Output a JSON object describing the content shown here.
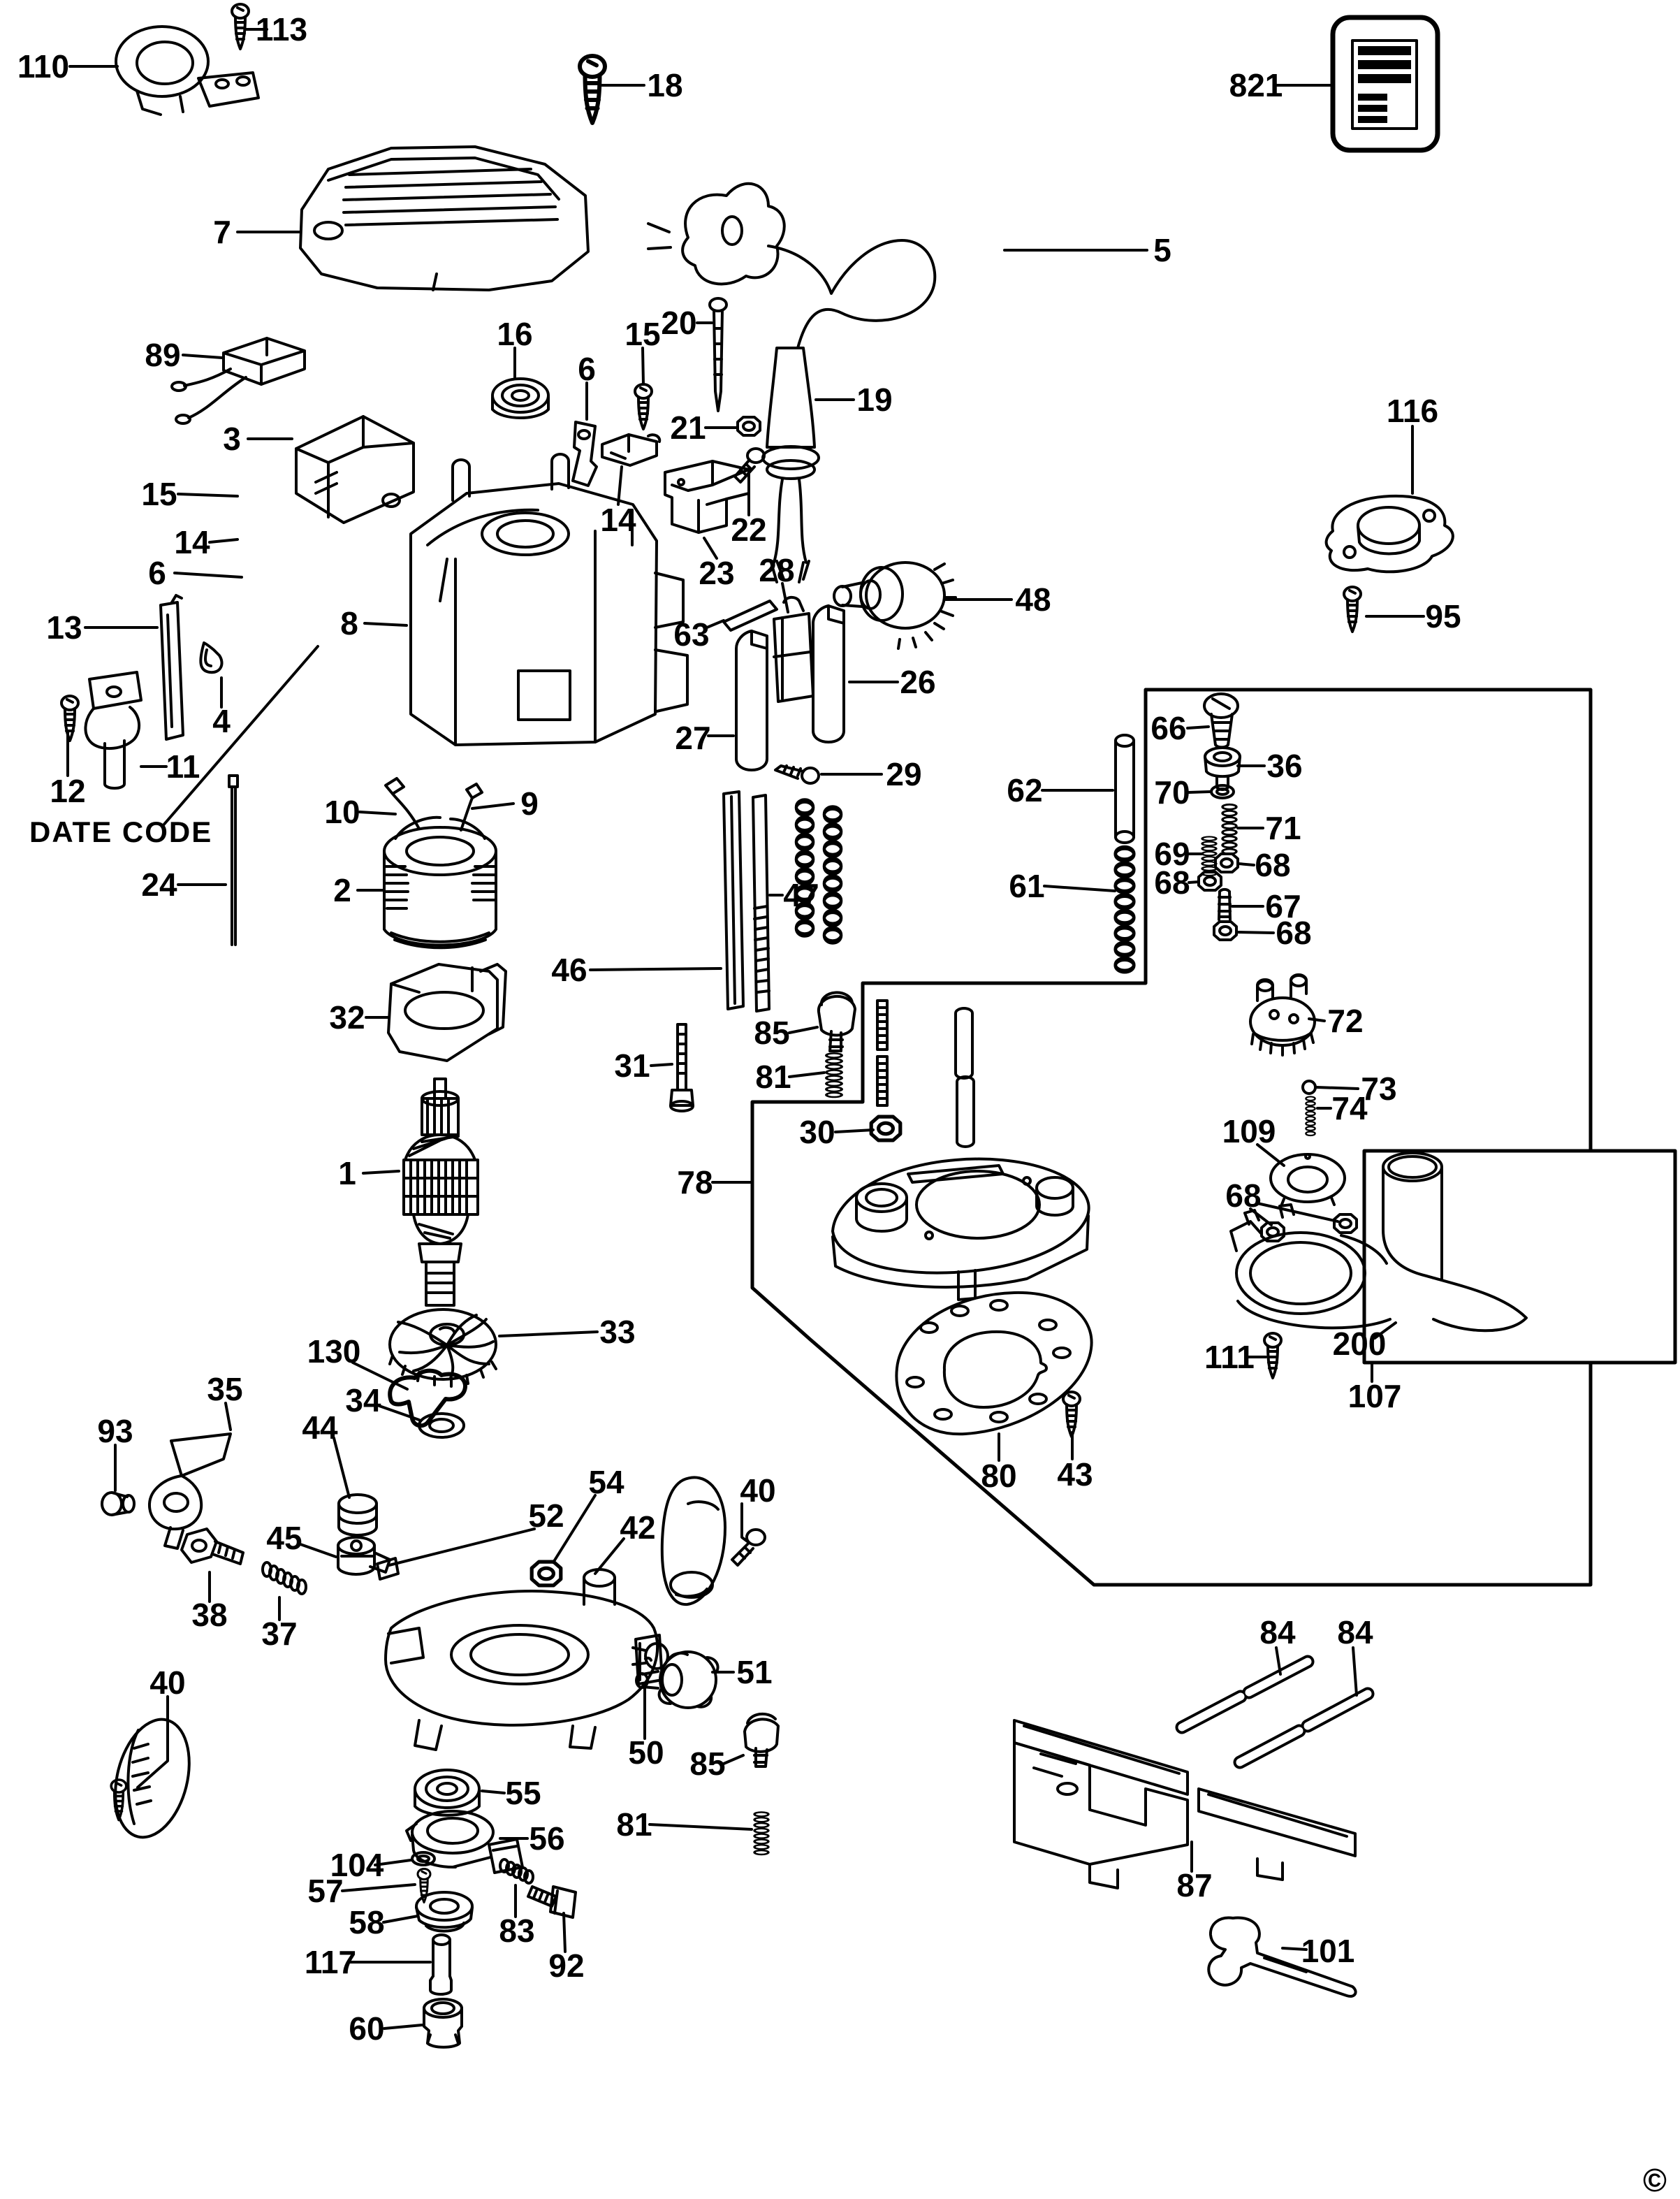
{
  "page": {
    "date_code": "DATE CODE",
    "copyright": "©"
  },
  "diagram": {
    "type": "exploded-parts-diagram",
    "labels": [
      {
        "text": "110"
      },
      {
        "text": "113"
      },
      {
        "text": "18"
      },
      {
        "text": "7"
      },
      {
        "text": "5"
      },
      {
        "text": "821"
      },
      {
        "text": "89"
      },
      {
        "text": "16"
      },
      {
        "text": "15"
      },
      {
        "text": "6"
      },
      {
        "text": "20"
      },
      {
        "text": "21"
      },
      {
        "text": "19"
      },
      {
        "text": "22"
      },
      {
        "text": "23"
      },
      {
        "text": "28"
      },
      {
        "text": "48"
      },
      {
        "text": "3"
      },
      {
        "text": "15"
      },
      {
        "text": "14"
      },
      {
        "text": "6"
      },
      {
        "text": "14"
      },
      {
        "text": "13"
      },
      {
        "text": "8"
      },
      {
        "text": "63"
      },
      {
        "text": "27"
      },
      {
        "text": "26"
      },
      {
        "text": "29"
      },
      {
        "text": "12"
      },
      {
        "text": "11"
      },
      {
        "text": "4"
      },
      {
        "text": "10"
      },
      {
        "text": "9"
      },
      {
        "text": "24"
      },
      {
        "text": "2"
      },
      {
        "text": "47"
      },
      {
        "text": "46"
      },
      {
        "text": "32"
      },
      {
        "text": "31"
      },
      {
        "text": "85"
      },
      {
        "text": "81"
      },
      {
        "text": "62"
      },
      {
        "text": "61"
      },
      {
        "text": "30"
      },
      {
        "text": "78"
      },
      {
        "text": "66"
      },
      {
        "text": "36"
      },
      {
        "text": "70"
      },
      {
        "text": "71"
      },
      {
        "text": "69"
      },
      {
        "text": "68"
      },
      {
        "text": "68"
      },
      {
        "text": "67"
      },
      {
        "text": "68"
      },
      {
        "text": "72"
      },
      {
        "text": "73"
      },
      {
        "text": "74"
      },
      {
        "text": "109"
      },
      {
        "text": "68"
      },
      {
        "text": "116"
      },
      {
        "text": "95"
      },
      {
        "text": "200"
      },
      {
        "text": "107"
      },
      {
        "text": "111"
      },
      {
        "text": "80"
      },
      {
        "text": "43"
      },
      {
        "text": "1"
      },
      {
        "text": "33"
      },
      {
        "text": "130"
      },
      {
        "text": "34"
      },
      {
        "text": "93"
      },
      {
        "text": "35"
      },
      {
        "text": "44"
      },
      {
        "text": "45"
      },
      {
        "text": "52"
      },
      {
        "text": "54"
      },
      {
        "text": "42"
      },
      {
        "text": "37"
      },
      {
        "text": "38"
      },
      {
        "text": "40"
      },
      {
        "text": "40"
      },
      {
        "text": "51"
      },
      {
        "text": "50"
      },
      {
        "text": "85"
      },
      {
        "text": "81"
      },
      {
        "text": "55"
      },
      {
        "text": "56"
      },
      {
        "text": "104"
      },
      {
        "text": "57"
      },
      {
        "text": "58"
      },
      {
        "text": "117"
      },
      {
        "text": "60"
      },
      {
        "text": "83"
      },
      {
        "text": "92"
      },
      {
        "text": "84"
      },
      {
        "text": "84"
      },
      {
        "text": "87"
      },
      {
        "text": "101"
      }
    ]
  }
}
